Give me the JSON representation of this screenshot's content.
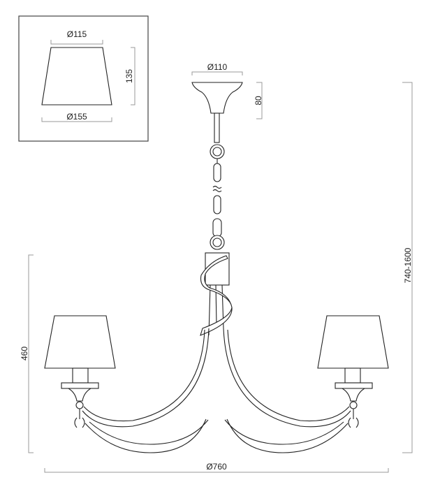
{
  "inset": {
    "shade_top_diameter": "Ø115",
    "shade_bottom_diameter": "Ø155",
    "shade_height": "135"
  },
  "canopy": {
    "diameter": "Ø110",
    "height": "80"
  },
  "overall": {
    "body_height": "460",
    "total_height_range": "740-1600",
    "diameter": "Ø760"
  },
  "colors": {
    "line": "#222222",
    "dimension": "#999999"
  }
}
